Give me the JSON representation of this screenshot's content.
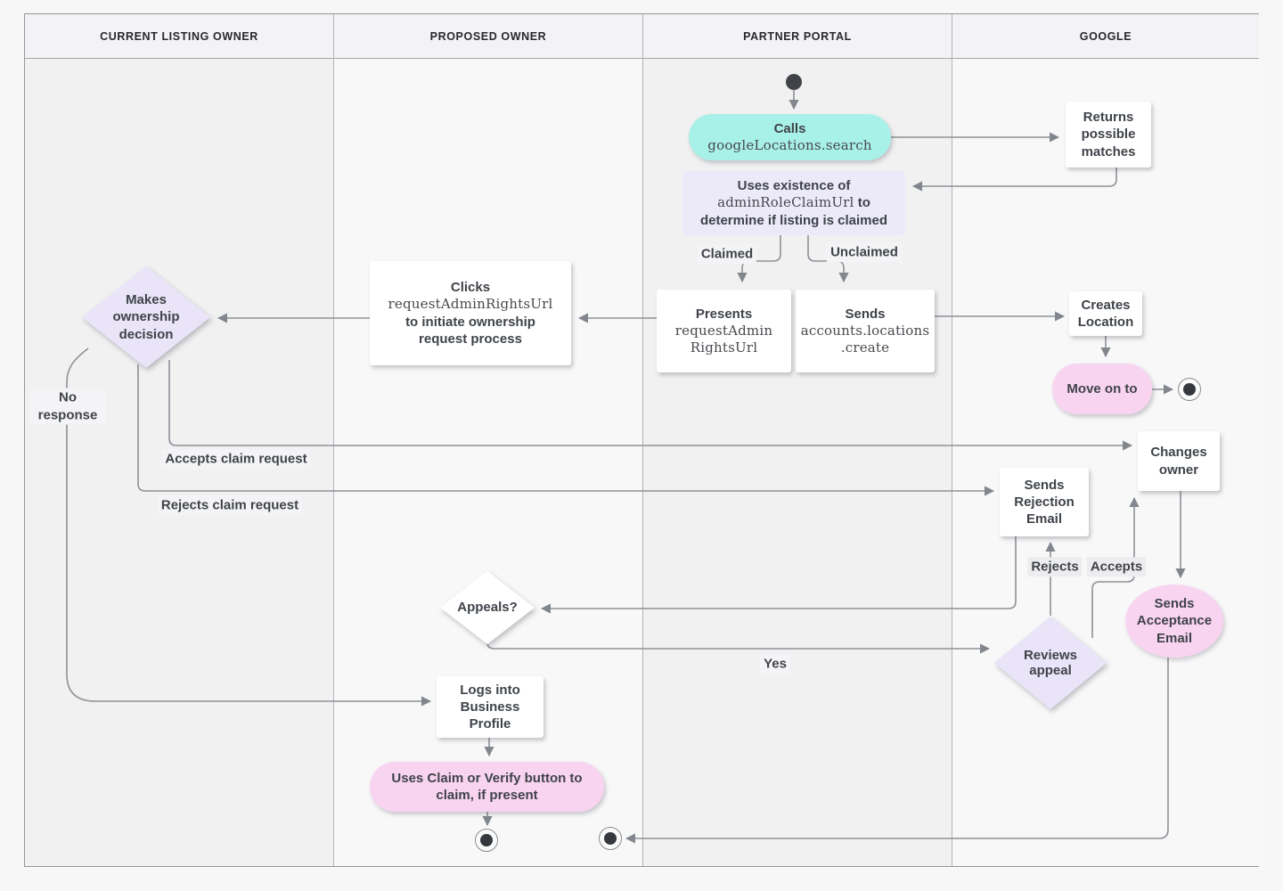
{
  "lanes": [
    {
      "label": "CURRENT LISTING OWNER"
    },
    {
      "label": "PROPOSED OWNER"
    },
    {
      "label": "PARTNER PORTAL"
    },
    {
      "label": "GOOGLE"
    }
  ],
  "nodes": {
    "calls": {
      "title": "Calls",
      "code": "googleLocations.search"
    },
    "returns_matches": {
      "label": "Returns possible matches"
    },
    "uses_existence": {
      "line1": "Uses existence of",
      "code": "adminRoleClaimUrl",
      "line2_suffix": "to",
      "line3": "determine if listing is claimed"
    },
    "presents": {
      "title": "Presents",
      "code1": "requestAdmin",
      "code2": "RightsUrl"
    },
    "sends_create": {
      "title": "Sends",
      "code1": "accounts.locations",
      "code2": ".create"
    },
    "clicks": {
      "title": "Clicks",
      "code": "requestAdminRightsUrl",
      "line2": "to initiate ownership",
      "line3": "request process"
    },
    "makes_decision": {
      "label": "Makes ownership decision"
    },
    "creates_location": {
      "label": "Creates Location"
    },
    "move_on": {
      "label": "Move on to"
    },
    "changes_owner": {
      "label": "Changes owner"
    },
    "sends_rejection": {
      "label": "Sends Rejection Email"
    },
    "sends_acceptance": {
      "label": "Sends Acceptance Email"
    },
    "reviews_appeal": {
      "label": "Reviews appeal"
    },
    "appeals": {
      "label": "Appeals?"
    },
    "logs_into": {
      "label": "Logs into Business Profile"
    },
    "claim_verify": {
      "label": "Uses Claim or Verify button to claim, if present"
    }
  },
  "edge_labels": {
    "claimed": "Claimed",
    "unclaimed": "Unclaimed",
    "no_response": "No response",
    "accepts_claim": "Accepts claim request",
    "rejects_claim": "Rejects claim request",
    "rejects": "Rejects",
    "accepts": "Accepts",
    "yes": "Yes"
  },
  "colors": {
    "teal": "#a8f1e8",
    "lavender": "#e9e4f8",
    "lavender_box": "#ece9f9",
    "pink": "#f9d4f1",
    "edge": "#8d9196",
    "text": "#3f4349"
  }
}
